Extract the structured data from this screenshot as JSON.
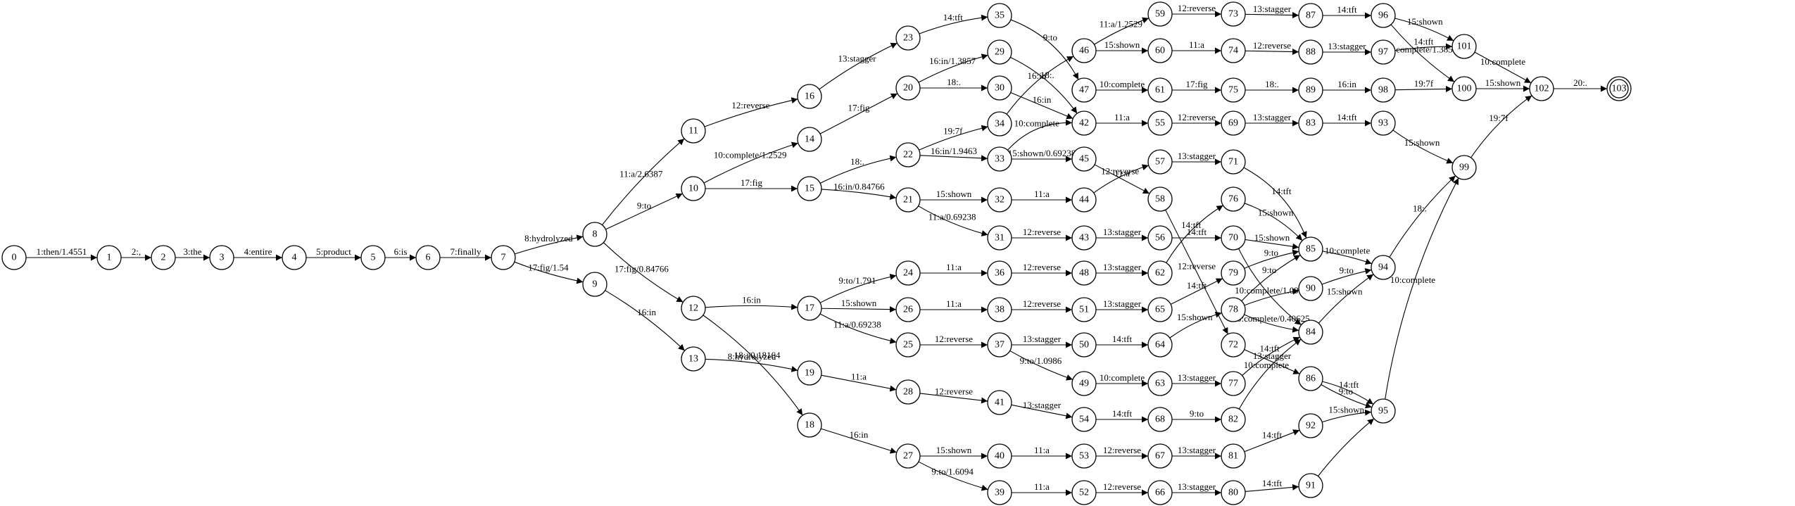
{
  "graph": {
    "start_state": "0",
    "final_state": "103",
    "states": [
      "0",
      "1",
      "2",
      "3",
      "4",
      "5",
      "6",
      "7",
      "8",
      "9",
      "10",
      "11",
      "12",
      "13",
      "14",
      "15",
      "16",
      "17",
      "18",
      "19",
      "20",
      "21",
      "22",
      "23",
      "24",
      "25",
      "26",
      "27",
      "28",
      "29",
      "30",
      "31",
      "32",
      "33",
      "34",
      "35",
      "36",
      "37",
      "38",
      "39",
      "40",
      "41",
      "42",
      "43",
      "44",
      "45",
      "46",
      "47",
      "48",
      "49",
      "50",
      "51",
      "52",
      "53",
      "54",
      "55",
      "56",
      "57",
      "58",
      "59",
      "60",
      "61",
      "62",
      "63",
      "64",
      "65",
      "66",
      "67",
      "68",
      "69",
      "70",
      "71",
      "72",
      "73",
      "74",
      "75",
      "76",
      "77",
      "78",
      "79",
      "80",
      "81",
      "82",
      "83",
      "84",
      "85",
      "86",
      "87",
      "88",
      "89",
      "90",
      "91",
      "92",
      "93",
      "94",
      "95",
      "96",
      "97",
      "98",
      "99",
      "100",
      "101",
      "102",
      "103"
    ],
    "transitions": [
      {
        "from": "0",
        "to": "1",
        "label": "1:then/1.4551"
      },
      {
        "from": "1",
        "to": "2",
        "label": "2:,"
      },
      {
        "from": "2",
        "to": "3",
        "label": "3:the"
      },
      {
        "from": "3",
        "to": "4",
        "label": "4:entire"
      },
      {
        "from": "4",
        "to": "5",
        "label": "5:product"
      },
      {
        "from": "5",
        "to": "6",
        "label": "6:is"
      },
      {
        "from": "6",
        "to": "7",
        "label": "7:finally"
      },
      {
        "from": "7",
        "to": "8",
        "label": "8:hydrolyzed"
      },
      {
        "from": "7",
        "to": "9",
        "label": "17:fig/1.54"
      },
      {
        "from": "8",
        "to": "11",
        "label": "11:a/2.6387"
      },
      {
        "from": "8",
        "to": "10",
        "label": "9:to"
      },
      {
        "from": "8",
        "to": "12",
        "label": "17:fig/0.84766"
      },
      {
        "from": "9",
        "to": "13",
        "label": "16:in"
      },
      {
        "from": "11",
        "to": "16",
        "label": "12:reverse"
      },
      {
        "from": "10",
        "to": "14",
        "label": "10:complete/1.2529"
      },
      {
        "from": "10",
        "to": "15",
        "label": "17:fig"
      },
      {
        "from": "12",
        "to": "17",
        "label": "16:in"
      },
      {
        "from": "12",
        "to": "18",
        "label": "18:./0.18164"
      },
      {
        "from": "13",
        "to": "19",
        "label": "8:hydrolyzed"
      },
      {
        "from": "16",
        "to": "23",
        "label": "13:stagger"
      },
      {
        "from": "14",
        "to": "20",
        "label": "17:fig"
      },
      {
        "from": "15",
        "to": "22",
        "label": "18:."
      },
      {
        "from": "15",
        "to": "21",
        "label": "16:in/0.84766"
      },
      {
        "from": "17",
        "to": "24",
        "label": "9:to/1.791"
      },
      {
        "from": "17",
        "to": "26",
        "label": "15:shown"
      },
      {
        "from": "17",
        "to": "25",
        "label": "11:a/0.69238"
      },
      {
        "from": "18",
        "to": "27",
        "label": "16:in"
      },
      {
        "from": "19",
        "to": "28",
        "label": "11:a"
      },
      {
        "from": "23",
        "to": "35",
        "label": "14:tft"
      },
      {
        "from": "20",
        "to": "29",
        "label": "16:in/1.3857"
      },
      {
        "from": "20",
        "to": "30",
        "label": "18:."
      },
      {
        "from": "22",
        "to": "34",
        "label": "19:7f"
      },
      {
        "from": "22",
        "to": "33",
        "label": "16:in/1.9463"
      },
      {
        "from": "21",
        "to": "32",
        "label": "15:shown"
      },
      {
        "from": "21",
        "to": "31",
        "label": "11:a/0.69238"
      },
      {
        "from": "24",
        "to": "36",
        "label": "11:a"
      },
      {
        "from": "26",
        "to": "38",
        "label": "11:a"
      },
      {
        "from": "25",
        "to": "37",
        "label": "12:reverse"
      },
      {
        "from": "27",
        "to": "40",
        "label": "15:shown"
      },
      {
        "from": "27",
        "to": "39",
        "label": "9:to/1.6094"
      },
      {
        "from": "28",
        "to": "41",
        "label": "12:reverse"
      },
      {
        "from": "35",
        "to": "47",
        "label": "9:to"
      },
      {
        "from": "29",
        "to": "42",
        "label": "18:."
      },
      {
        "from": "30",
        "to": "42",
        "label": "16:in"
      },
      {
        "from": "34",
        "to": "46",
        "label": "16:in"
      },
      {
        "from": "33",
        "to": "42",
        "label": "10:complete"
      },
      {
        "from": "33",
        "to": "45",
        "label": "15:shown/0.69238"
      },
      {
        "from": "32",
        "to": "44",
        "label": "11:a"
      },
      {
        "from": "31",
        "to": "43",
        "label": "12:reverse"
      },
      {
        "from": "36",
        "to": "48",
        "label": "12:reverse"
      },
      {
        "from": "38",
        "to": "51",
        "label": "12:reverse"
      },
      {
        "from": "37",
        "to": "50",
        "label": "13:stagger"
      },
      {
        "from": "37",
        "to": "49",
        "label": "9:to/1.0986"
      },
      {
        "from": "40",
        "to": "53",
        "label": "11:a"
      },
      {
        "from": "39",
        "to": "52",
        "label": "11:a"
      },
      {
        "from": "41",
        "to": "54",
        "label": "13:stagger"
      },
      {
        "from": "46",
        "to": "59",
        "label": "11:a/1.2529"
      },
      {
        "from": "46",
        "to": "60",
        "label": "15:shown"
      },
      {
        "from": "47",
        "to": "61",
        "label": "10:complete"
      },
      {
        "from": "42",
        "to": "55",
        "label": "11:a"
      },
      {
        "from": "45",
        "to": "58",
        "label": "11:a"
      },
      {
        "from": "44",
        "to": "57",
        "label": "12:reverse"
      },
      {
        "from": "43",
        "to": "56",
        "label": "13:stagger"
      },
      {
        "from": "48",
        "to": "62",
        "label": "13:stagger"
      },
      {
        "from": "51",
        "to": "65",
        "label": "13:stagger"
      },
      {
        "from": "50",
        "to": "64",
        "label": "14:tft"
      },
      {
        "from": "49",
        "to": "63",
        "label": "10:complete"
      },
      {
        "from": "53",
        "to": "67",
        "label": "12:reverse"
      },
      {
        "from": "52",
        "to": "66",
        "label": "12:reverse"
      },
      {
        "from": "54",
        "to": "68",
        "label": "14:tft"
      },
      {
        "from": "59",
        "to": "73",
        "label": "12:reverse"
      },
      {
        "from": "60",
        "to": "74",
        "label": "11:a"
      },
      {
        "from": "61",
        "to": "75",
        "label": "17:fig"
      },
      {
        "from": "55",
        "to": "69",
        "label": "12:reverse"
      },
      {
        "from": "57",
        "to": "71",
        "label": "13:stagger"
      },
      {
        "from": "58",
        "to": "72",
        "label": "12:reverse"
      },
      {
        "from": "56",
        "to": "70",
        "label": "14:tft"
      },
      {
        "from": "62",
        "to": "76",
        "label": "14:tft"
      },
      {
        "from": "65",
        "to": "79",
        "label": "14:tft"
      },
      {
        "from": "64",
        "to": "78",
        "label": "15:shown"
      },
      {
        "from": "63",
        "to": "77",
        "label": "13:stagger"
      },
      {
        "from": "67",
        "to": "81",
        "label": "13:stagger"
      },
      {
        "from": "66",
        "to": "80",
        "label": "13:stagger"
      },
      {
        "from": "68",
        "to": "82",
        "label": "9:to"
      },
      {
        "from": "73",
        "to": "87",
        "label": "13:stagger"
      },
      {
        "from": "74",
        "to": "88",
        "label": "12:reverse"
      },
      {
        "from": "75",
        "to": "89",
        "label": "18:."
      },
      {
        "from": "69",
        "to": "83",
        "label": "13:stagger"
      },
      {
        "from": "71",
        "to": "85",
        "label": "14:tft"
      },
      {
        "from": "76",
        "to": "85",
        "label": "15:shown"
      },
      {
        "from": "70",
        "to": "85",
        "label": "15:shown"
      },
      {
        "from": "70",
        "to": "84",
        "label": ""
      },
      {
        "from": "79",
        "to": "85",
        "label": "9:to"
      },
      {
        "from": "78",
        "to": "85",
        "label": "9:to"
      },
      {
        "from": "78",
        "to": "90",
        "label": "10:complete/1.0986"
      },
      {
        "from": "78",
        "to": "84",
        "label": "10:complete/0.40625"
      },
      {
        "from": "72",
        "to": "86",
        "label": "13:stagger"
      },
      {
        "from": "77",
        "to": "84",
        "label": "14:tft"
      },
      {
        "from": "82",
        "to": "84",
        "label": "10:complete"
      },
      {
        "from": "81",
        "to": "92",
        "label": "14:tft"
      },
      {
        "from": "80",
        "to": "91",
        "label": "14:tft"
      },
      {
        "from": "87",
        "to": "96",
        "label": "14:tft"
      },
      {
        "from": "88",
        "to": "97",
        "label": "13:stagger"
      },
      {
        "from": "89",
        "to": "98",
        "label": "16:in"
      },
      {
        "from": "83",
        "to": "93",
        "label": "14:tft"
      },
      {
        "from": "85",
        "to": "94",
        "label": "10:complete"
      },
      {
        "from": "90",
        "to": "94",
        "label": "9:to"
      },
      {
        "from": "84",
        "to": "94",
        "label": "15:shown"
      },
      {
        "from": "86",
        "to": "95",
        "label": "14:tft"
      },
      {
        "from": "86",
        "to": "95",
        "label": "9:to"
      },
      {
        "from": "92",
        "to": "95",
        "label": "15:shown"
      },
      {
        "from": "91",
        "to": "95",
        "label": ""
      },
      {
        "from": "96",
        "to": "101",
        "label": "15:shown"
      },
      {
        "from": "96",
        "to": "100",
        "label": "10:complete/1.3857"
      },
      {
        "from": "97",
        "to": "101",
        "label": "14:tft"
      },
      {
        "from": "98",
        "to": "100",
        "label": "19:7f"
      },
      {
        "from": "93",
        "to": "99",
        "label": "15:shown"
      },
      {
        "from": "94",
        "to": "99",
        "label": "18:."
      },
      {
        "from": "95",
        "to": "99",
        "label": "10:complete"
      },
      {
        "from": "101",
        "to": "102",
        "label": "10:complete"
      },
      {
        "from": "100",
        "to": "102",
        "label": "15:shown"
      },
      {
        "from": "99",
        "to": "102",
        "label": "19:7f"
      },
      {
        "from": "102",
        "to": "103",
        "label": "20:."
      }
    ]
  }
}
